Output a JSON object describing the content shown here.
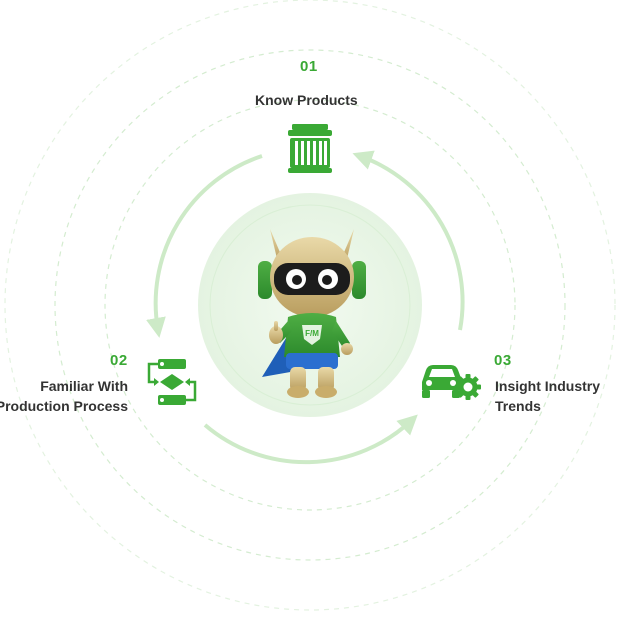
{
  "steps": [
    {
      "number": "01",
      "label_lines": [
        "Know Products"
      ],
      "icon": "oil-filter-icon"
    },
    {
      "number": "02",
      "label_lines": [
        "Familiar With",
        "Production Process"
      ],
      "icon": "process-flow-icon"
    },
    {
      "number": "03",
      "label_lines": [
        "Insight Industry",
        "Trends"
      ],
      "icon": "car-gear-icon"
    }
  ],
  "colors": {
    "accent": "#3aa935",
    "arrow": "#cdeac7",
    "ring": "#d4ecd0",
    "text": "#333333",
    "center_glow": "#eaf6e8"
  },
  "mascot": {
    "chest_badge": "F/M"
  }
}
